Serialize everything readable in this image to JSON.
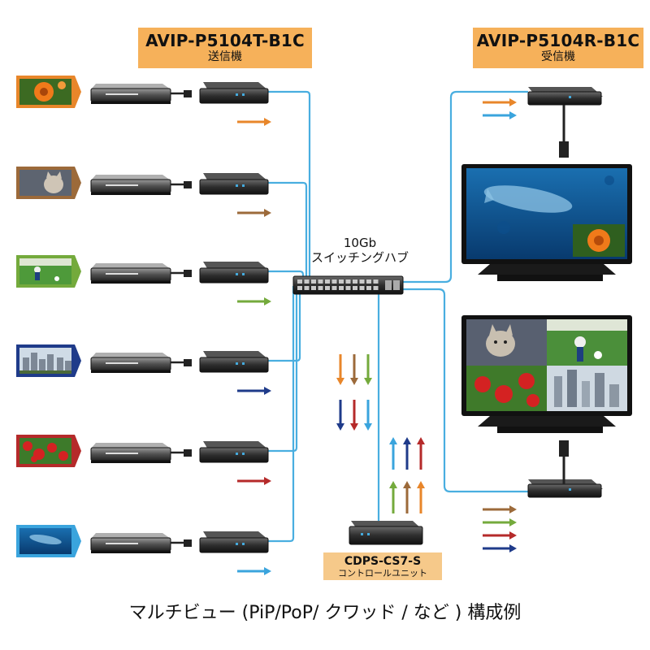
{
  "tx_label": {
    "model": "AVIP-P5104T-B1C",
    "sub": "送信機"
  },
  "rx_label": {
    "model": "AVIP-P5104R-B1C",
    "sub": "受信機"
  },
  "switch_label": {
    "line1": "10Gb",
    "line2": "スイッチングハブ"
  },
  "control_label": {
    "model": "CDPS-CS7-S",
    "sub": "コントロールユニット"
  },
  "caption": "マルチビュー (PiP/PoP/ クワッド / など ) 構成例",
  "colors": {
    "orange": "#e8862a",
    "brown": "#9c6a3a",
    "green": "#74aa3c",
    "navy": "#1f3b8a",
    "red": "#b52a2a",
    "blue": "#3aa4dd",
    "cable": "#49aee0",
    "label_bg": "#f6b15a"
  },
  "sources": [
    {
      "name": "flower",
      "color": "orange"
    },
    {
      "name": "cat",
      "color": "brown"
    },
    {
      "name": "soccer",
      "color": "green"
    },
    {
      "name": "city",
      "color": "navy"
    },
    {
      "name": "tomatoes",
      "color": "red"
    },
    {
      "name": "whale-shark",
      "color": "blue"
    }
  ]
}
